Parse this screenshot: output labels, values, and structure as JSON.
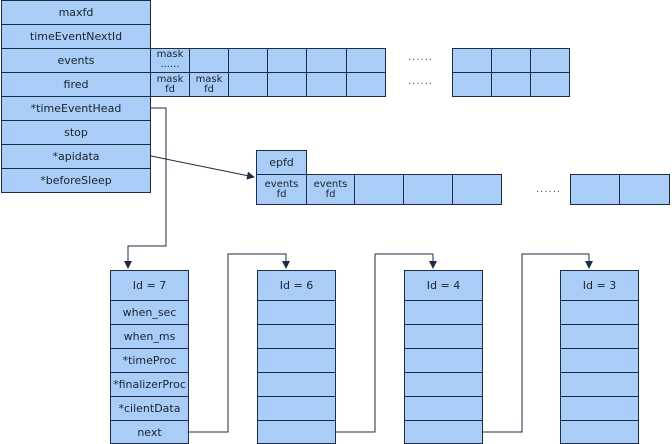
{
  "eventloop": {
    "fields": [
      "maxfd",
      "timeEventNextId",
      "events",
      "fired",
      "*timeEventHead",
      "stop",
      "*apidata",
      "*beforeSleep"
    ]
  },
  "events_array": {
    "cell0": [
      "mask",
      "......"
    ],
    "ellipsis": "......"
  },
  "fired_array": {
    "cell0": [
      "mask",
      "fd"
    ],
    "cell1": [
      "mask",
      "fd"
    ],
    "ellipsis": "......"
  },
  "apidata": {
    "epfd": "epfd",
    "cell0": [
      "events",
      "fd"
    ],
    "cell1": [
      "events",
      "fd"
    ],
    "ellipsis": "......"
  },
  "time_events": [
    {
      "id": "Id = 7",
      "fields": [
        "when_sec",
        "when_ms",
        "*timeProc",
        "*finalizerProc",
        "*cilentData",
        "next"
      ]
    },
    {
      "id": "Id = 6",
      "fields": [
        "",
        "",
        "",
        "",
        "",
        ""
      ]
    },
    {
      "id": "Id = 4",
      "fields": [
        "",
        "",
        "",
        "",
        "",
        ""
      ]
    },
    {
      "id": "Id = 3",
      "fields": [
        "",
        "",
        "",
        "",
        "",
        ""
      ]
    }
  ],
  "colors": {
    "fill": "#a9cdf7",
    "border": "#1d2e44"
  }
}
